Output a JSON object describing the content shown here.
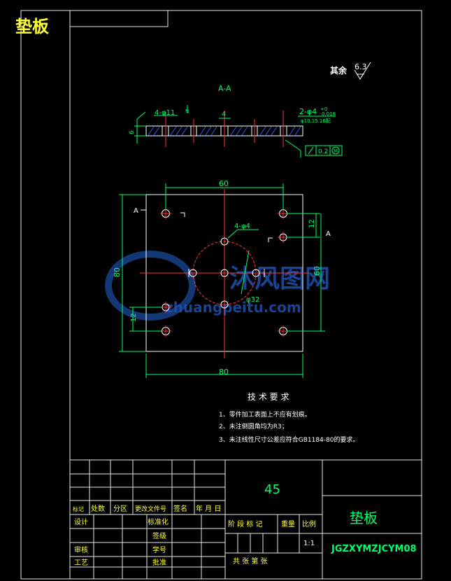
{
  "header": {
    "label": "垫板"
  },
  "surface_finish": {
    "label": "其余",
    "value": "6.3"
  },
  "section": {
    "label": "A-A"
  },
  "section_dims": {
    "holes_left": "4-φ11",
    "thickness": "6",
    "slot": "4",
    "holes_right": "2-φ4",
    "tol_upper": "+0",
    "tol_lower": "0.018",
    "note": "φ10.15.16配"
  },
  "tolerance_frame": {
    "value": "0.2",
    "modifier": "M"
  },
  "plan_view": {
    "dim_top": "60",
    "dim_bottom": "80",
    "dim_left": "80",
    "dim_left_small": "12",
    "dim_right_top": "12",
    "dim_right": "60",
    "holes_small": "4-φ4",
    "circle_dia": "φ32",
    "section_mark_left": "A",
    "section_mark_right": "A"
  },
  "watermark": {
    "name": "沐风图网",
    "url": "zhuangpeitu.com"
  },
  "tech_requirements": {
    "title": "技 术 要 求",
    "items": [
      "1、零件加工表面上不应有划痕。",
      "2、未注倒圆角均为R3；",
      "3、未注线性尺寸公差应符合GB1184-80的要求。"
    ]
  },
  "title_block": {
    "material": "45",
    "part_name": "垫板",
    "drawing_no": "JGZXYMZJCYM08",
    "rev_headers": [
      "标记",
      "处数",
      "分区",
      "更改文件号",
      "签名",
      "年 月 日"
    ],
    "roles": [
      "设计",
      "审核",
      "工艺"
    ],
    "roles2": [
      "标准化",
      "签级",
      "学号",
      "批准"
    ],
    "stage_headers": [
      "阶 段 标 记",
      "重量",
      "比例"
    ],
    "scale": "1:1",
    "sheet": "共    张    第    张"
  }
}
